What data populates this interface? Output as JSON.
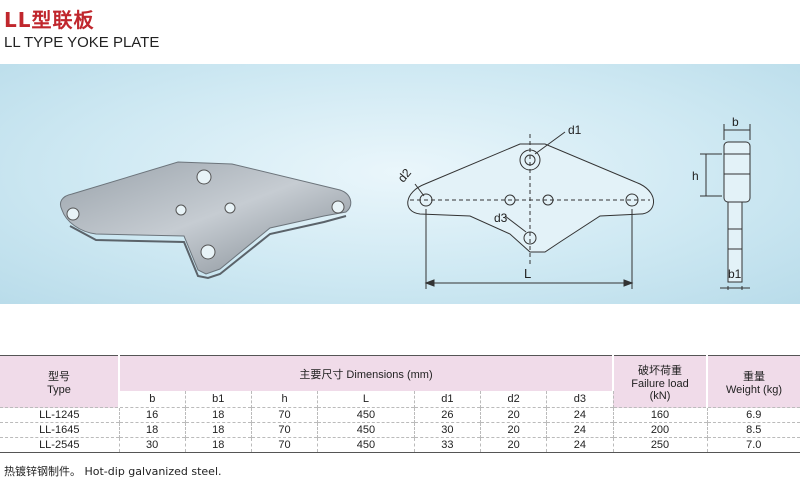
{
  "title_cn": "LL型联板",
  "title_en": "LL TYPE YOKE PLATE",
  "drawing_labels": {
    "d1": "d1",
    "d2": "d2",
    "d3": "d3",
    "L": "L",
    "b": "b",
    "b1": "b1",
    "h": "h"
  },
  "table": {
    "header_type_cn": "型号",
    "header_type_en": "Type",
    "header_dims": "主要尺寸 Dimensions (mm)",
    "header_load_cn": "破坏荷重",
    "header_load_en": "Failure load",
    "header_load_unit": "(kN)",
    "header_weight_cn": "重量",
    "header_weight_en": "Weight (kg)",
    "sub_headers": [
      "b",
      "b1",
      "h",
      "L",
      "d1",
      "d2",
      "d3"
    ],
    "rows": [
      [
        "LL-1245",
        "16",
        "18",
        "70",
        "450",
        "26",
        "20",
        "24",
        "160",
        "6.9"
      ],
      [
        "LL-1645",
        "18",
        "18",
        "70",
        "450",
        "30",
        "20",
        "24",
        "200",
        "8.5"
      ],
      [
        "LL-2545",
        "30",
        "18",
        "70",
        "450",
        "33",
        "20",
        "24",
        "250",
        "7.0"
      ]
    ]
  },
  "note": "热镀锌钢制件。 Hot-dip galvanized steel."
}
